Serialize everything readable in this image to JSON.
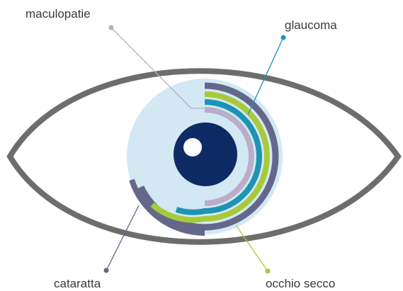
{
  "labels": {
    "maculopatie": "maculopatie",
    "glaucoma": "glaucoma",
    "cataratta": "cataratta",
    "occhio_secco": "occhio secco"
  },
  "colors": {
    "eye_outline": "#6b6e6b",
    "iris": "#d2e9f3",
    "pupil": "#0f2b66",
    "highlight": "#ffffff",
    "arc_slate": "#64678a",
    "arc_green": "#a9c93b",
    "arc_teal": "#1e93b4",
    "arc_lilac": "#b9adc9",
    "text": "#3a3a3a"
  }
}
